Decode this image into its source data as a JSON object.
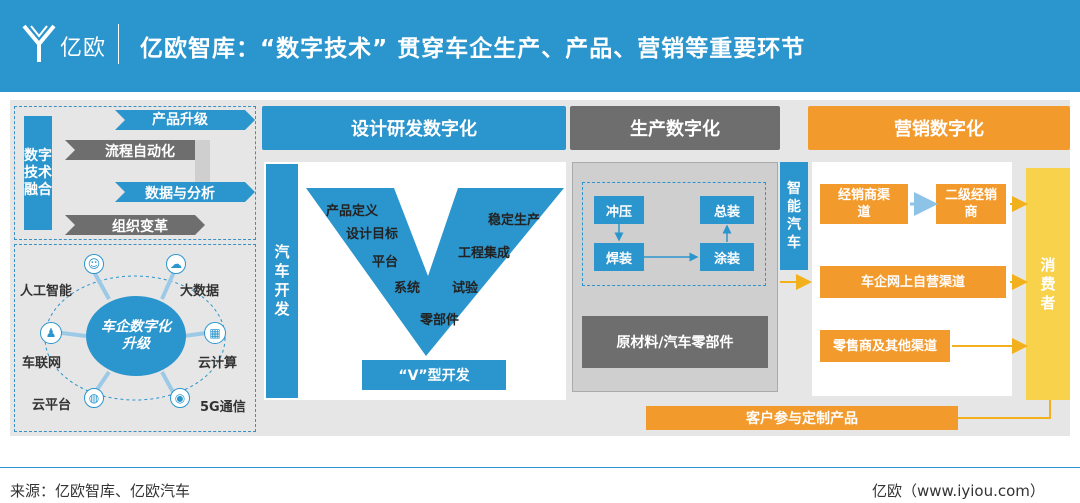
{
  "header": {
    "logo_text": "亿欧",
    "title": "亿欧智库：“数字技术” 贯穿车企生产、产品、营销等重要环节"
  },
  "fusion": {
    "side_label": "数字技术融合",
    "tags": [
      "产品升级",
      "流程自动化",
      "数据与分析",
      "组织变革"
    ]
  },
  "hub": {
    "center": "车企数字化升级",
    "nodes": [
      "人工智能",
      "大数据",
      "车联网",
      "云计算",
      "云平台",
      "5G通信"
    ]
  },
  "design": {
    "header": "设计研发数字化",
    "side_label": "汽车开发",
    "v_labels": [
      "产品定义",
      "设计目标",
      "平台",
      "系统",
      "零部件",
      "试验",
      "工程集成",
      "稳定生产"
    ],
    "v_caption": "“V”型开发"
  },
  "production": {
    "header": "生产数字化",
    "steps": [
      "冲压",
      "总装",
      "焊装",
      "涂装"
    ],
    "materials": "原材料/汽车零部件"
  },
  "smart_car": {
    "label": "智能汽车"
  },
  "marketing": {
    "header": "营销数字化",
    "channels": [
      "经销商渠道",
      "二级经销商",
      "车企网上自营渠道",
      "零售商及其他渠道"
    ],
    "consumer": "消费者"
  },
  "feedback": {
    "label": "客户参与定制产品"
  },
  "footer": {
    "source": "来源：亿欧智库、亿欧汽车",
    "brand": "亿欧（www.iyiou.com）"
  },
  "colors": {
    "blue": "#2b95cd",
    "orange": "#f39a2d",
    "gray": "#6e6e6e",
    "yellow": "#f7d24a"
  }
}
